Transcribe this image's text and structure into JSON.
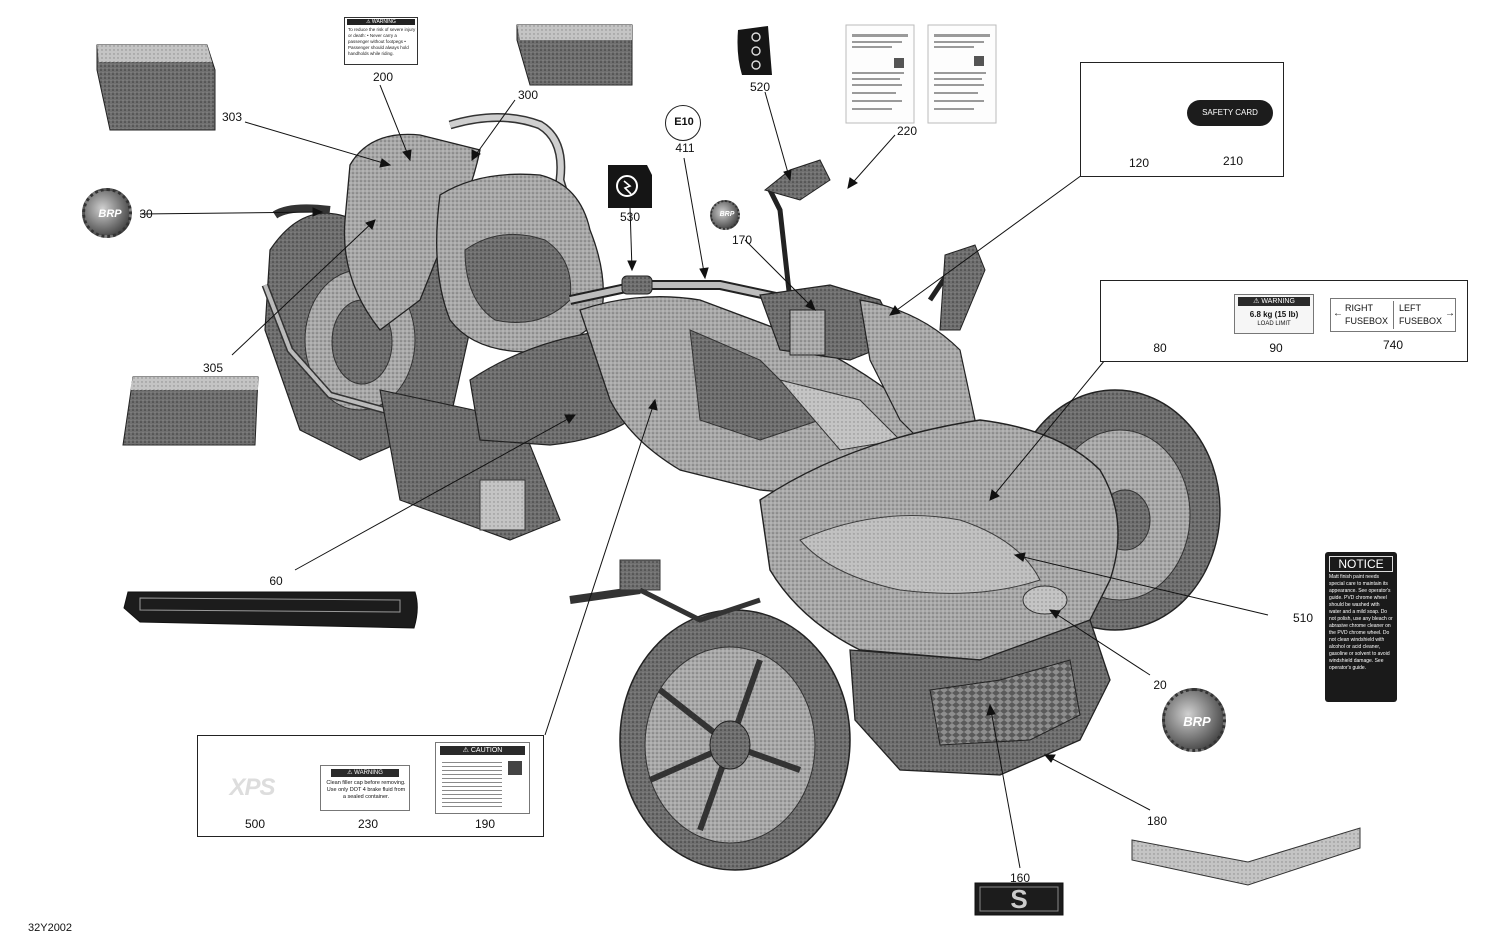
{
  "figure_id": "32Y2002",
  "callouts": {
    "c200": "200",
    "c300": "300",
    "c303": "303",
    "c30": "30",
    "c305": "305",
    "c520": "520",
    "c220": "220",
    "c411": "411",
    "c530": "530",
    "c170": "170",
    "c120": "120",
    "c210": "210",
    "c80": "80",
    "c90": "90",
    "c740": "740",
    "c60": "60",
    "c510": "510",
    "c20": "20",
    "c180": "180",
    "c160": "160",
    "c500": "500",
    "c230": "230",
    "c190": "190"
  },
  "decals": {
    "d200_title": "⚠ WARNING",
    "d200_lines": "To reduce the risk of severe injury or death: • Never carry a passenger without footpegs • Passenger should always hold handholds while riding.",
    "e10": "E10",
    "brp": "BRP",
    "safety_card": "SAFETY CARD",
    "d90_title": "⚠ WARNING",
    "d90_value": "6.8 kg (15 lb)",
    "d90_sub": "LOAD LIMIT",
    "right_fusebox": "RIGHT FUSEBOX",
    "left_fusebox": "LEFT FUSEBOX",
    "notice_title": "NOTICE",
    "notice_lines": "Matt finish paint needs special care to maintain its appearance. See operator's guide. PVD chrome wheel should be washed with water and a mild soap. Do not polish, use any bleach or abrasive chrome cleaner on the PVD chrome wheel. Do not clean windshield with alcohol or acid cleaner, gasoline or solvent to avoid windshield damage. See operator's guide.",
    "xps": "XPS",
    "d230_title": "⚠ WARNING",
    "d230_lines": "Clean filler cap before removing. Use only DOT 4 brake fluid from a sealed container.",
    "d190_title": "⚠ CAUTION",
    "s_letter": "S"
  }
}
